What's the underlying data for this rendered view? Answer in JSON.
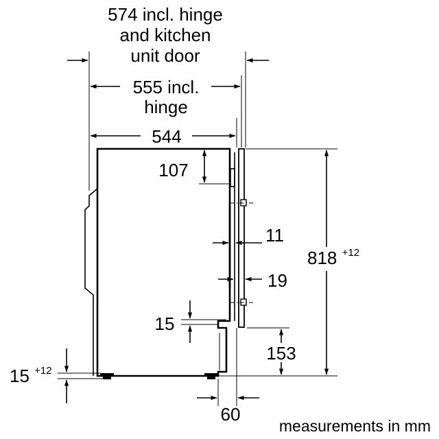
{
  "labels": {
    "d574_line1": "574 incl. hinge",
    "d574_line2": "and kitchen",
    "d574_line3": "unit door",
    "d555_line1": "555 incl.",
    "d555_line2": "hinge",
    "d544": "544",
    "d107": "107",
    "d11": "11",
    "d19": "19",
    "d818_base": "818",
    "d818_sup": "+12",
    "d15_top": "15",
    "d153": "153",
    "d15_left_base": "15",
    "d15_left_sup": "+12",
    "d60": "60",
    "units_note": "measurements in mm"
  }
}
